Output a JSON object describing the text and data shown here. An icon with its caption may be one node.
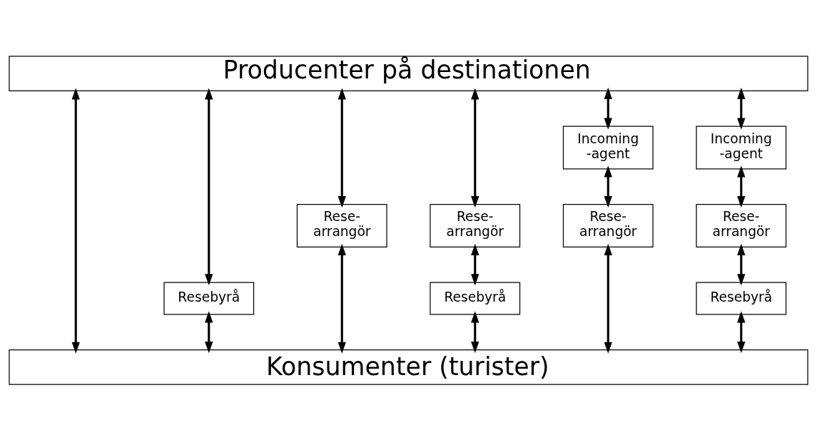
{
  "diagram": {
    "nodes": [
      {
        "text": [
          "Producenter på destinationen"
        ]
      },
      {
        "text": [
          "Resebyrå"
        ]
      },
      {
        "text": [
          "Rese- arrangör"
        ]
      },
      {
        "text": [
          "Rese- arrangör"
        ]
      },
      {
        "text": [
          "Resebyrå"
        ]
      },
      {
        "text": [
          "Incoming -agent"
        ]
      },
      {
        "text": [
          "Rese- arrangör"
        ]
      },
      {
        "text": [
          "Incoming -agent"
        ]
      },
      {
        "text": [
          "Rese- arrangör"
        ]
      },
      {
        "text": [
          "Resebyrå"
        ]
      },
      {
        "text": [
          "Konsumenter (turister)"
        ]
      }
    ],
    "edges": [
      {
        "from": 0,
        "to": 10,
        "arrow": "both"
      },
      {
        "from": 0,
        "to": 1,
        "arrow": "both"
      },
      {
        "from": 1,
        "to": 10,
        "arrow": "both"
      },
      {
        "from": 0,
        "to": 2,
        "arrow": "both"
      },
      {
        "from": 2,
        "to": 10,
        "arrow": "both"
      },
      {
        "from": 0,
        "to": 3,
        "arrow": "both"
      },
      {
        "from": 3,
        "to": 4,
        "arrow": "both"
      },
      {
        "from": 4,
        "to": 10,
        "arrow": "both"
      },
      {
        "from": 0,
        "to": 5,
        "arrow": "both"
      },
      {
        "from": 5,
        "to": 6,
        "arrow": "both"
      },
      {
        "from": 6,
        "to": 10,
        "arrow": "both"
      },
      {
        "from": 0,
        "to": 7,
        "arrow": "both"
      },
      {
        "from": 7,
        "to": 8,
        "arrow": "both"
      },
      {
        "from": 8,
        "to": 9,
        "arrow": "both"
      },
      {
        "from": 9,
        "to": 10,
        "arrow": "both"
      }
    ]
  }
}
